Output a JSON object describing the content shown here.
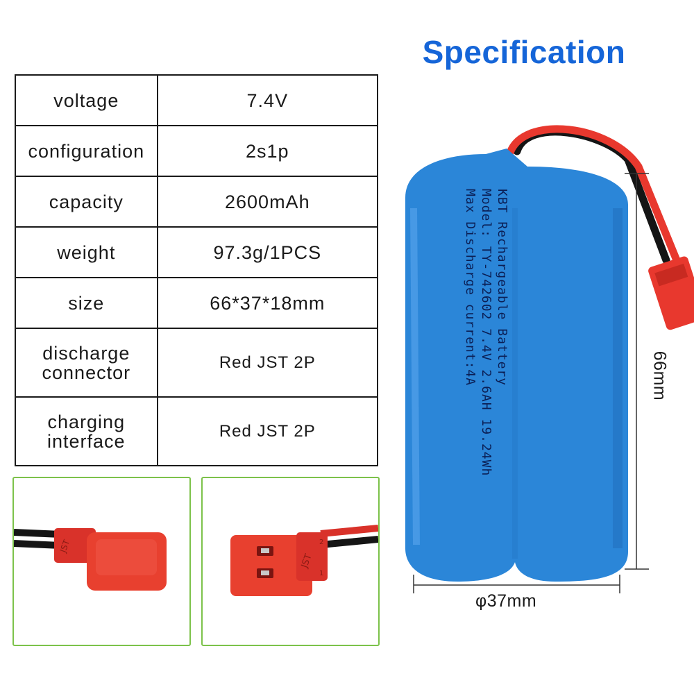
{
  "title": "Specification",
  "spec_rows": [
    {
      "label": "voltage",
      "value": "7.4V"
    },
    {
      "label": "configuration",
      "value": "2s1p"
    },
    {
      "label": "capacity",
      "value": "2600mAh"
    },
    {
      "label": "weight",
      "value": "97.3g/1PCS"
    },
    {
      "label": "size",
      "value": "66*37*18mm"
    },
    {
      "label": "discharge connector",
      "value": "Red JST 2P"
    },
    {
      "label": "charging interface",
      "value": "Red JST 2P"
    }
  ],
  "battery_label": {
    "line1": "KBT Rechargeable Battery",
    "line2": "Model: TY-742602 7.4V 2.6AH 19.24Wh",
    "line3": "Max Discharge current:4A"
  },
  "connector_marking": "JST",
  "pin_numbers": [
    "1",
    "2"
  ],
  "dimensions": {
    "height": "66mm",
    "diameter": "φ37mm"
  },
  "colors": {
    "title": "#1565d8",
    "battery": "#2b86d8",
    "connector": "#e8382e",
    "thumb_border": "#7cc24a"
  }
}
